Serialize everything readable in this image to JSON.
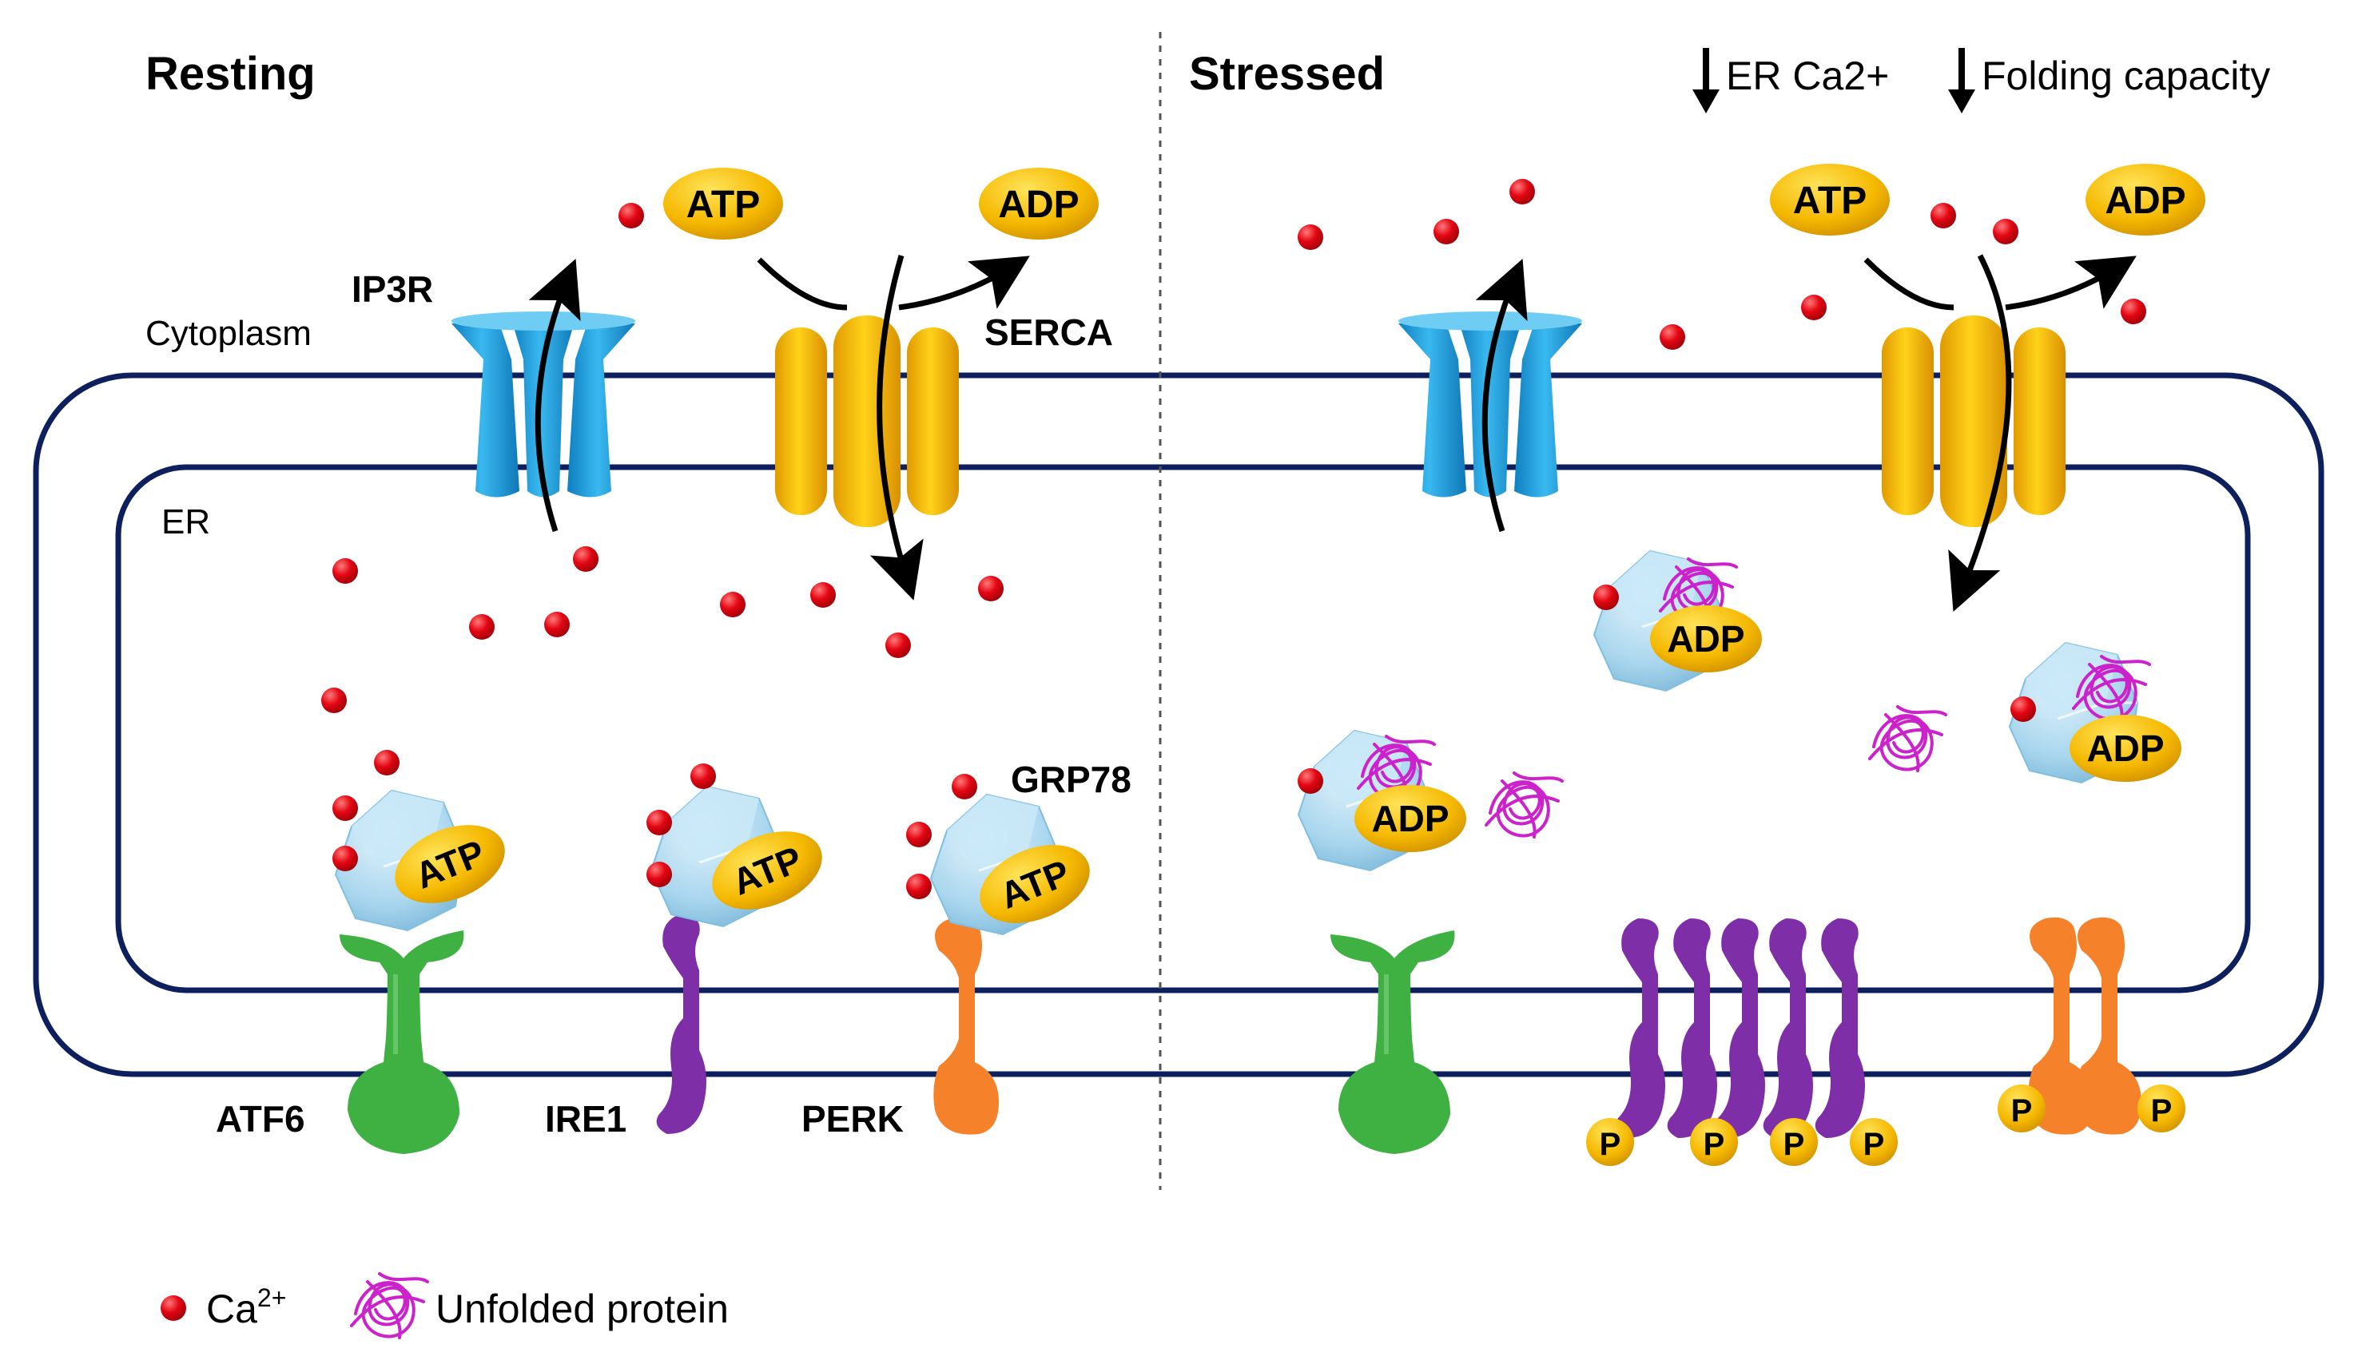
{
  "panels": {
    "resting_title": "Resting",
    "stressed_title": "Stressed"
  },
  "effects": {
    "er_ca": "ER Ca2+",
    "folding": "Folding capacity"
  },
  "compartments": {
    "cytoplasm": "Cytoplasm",
    "er": "ER"
  },
  "proteins": {
    "ip3r": "IP3R",
    "serca": "SERCA",
    "grp78": "GRP78",
    "atf6": "ATF6",
    "ire1": "IRE1",
    "perk": "PERK"
  },
  "molecules": {
    "atp": "ATP",
    "adp": "ADP",
    "phospho": "P"
  },
  "legend": {
    "ca_base": "Ca",
    "ca_sup": "2+",
    "unfolded": "Unfolded protein"
  },
  "colors": {
    "membrane": "#0d1f5c",
    "calcium": "#e30613",
    "ip3r": "#1fa3de",
    "serca": "#f5b800",
    "grp78": "#a9d6ee",
    "atf6": "#3fb042",
    "ire1": "#7e2fa8",
    "ire1_light": "#b57ad6",
    "perk": "#f5822a",
    "unfolded": "#cc22cc",
    "phospho": "#f5b800"
  }
}
